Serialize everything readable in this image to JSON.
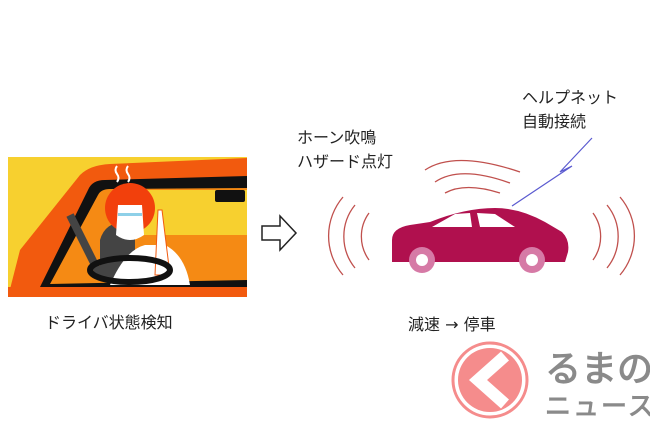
{
  "driver_panel": {
    "label": "ドライバ状態検知"
  },
  "car_panel": {
    "horn_line1": "ホーン吹鳴",
    "horn_line2": "ハザード点灯",
    "helpnet_line1": "ヘルプネット",
    "helpnet_line2": "自動接続",
    "result": "減速 → 停車"
  },
  "logo": {
    "line1": "るまの",
    "line2": "ニュース"
  },
  "icons": [
    "driver-illustration",
    "arrow-right-outline-icon",
    "car-icon",
    "signal-waves",
    "lightning-signal-icon",
    "kuruma-logo-icon"
  ],
  "colors": {
    "car": "#b0104e",
    "wheel": "#d67aa6",
    "waves": "#c0504d",
    "signal": "#5a5ad0",
    "illustration_orange": "#f25a0e",
    "illustration_yellow": "#f7d02f",
    "logo_pink": "#f58c8c"
  }
}
